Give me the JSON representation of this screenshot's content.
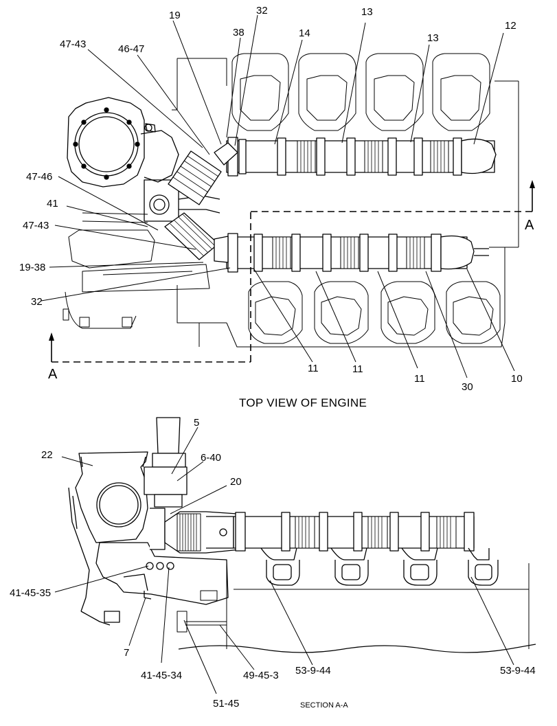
{
  "top_view": {
    "caption": "TOP VIEW OF ENGINE",
    "section_marker": "A",
    "callouts": {
      "c19_top": "19",
      "c32_top": "32",
      "c13_a": "13",
      "c12": "12",
      "c38": "38",
      "c14": "14",
      "c13_b": "13",
      "c47_43_top": "47-43",
      "c46_47": "46-47",
      "c47_46": "47-46",
      "c41": "41",
      "c47_43_mid": "47-43",
      "c19_38": "19-38",
      "c32_bottom": "32",
      "c11_a": "11",
      "c11_b": "11",
      "c11_c": "11",
      "c30": "30",
      "c10": "10"
    }
  },
  "section_view": {
    "caption": "SECTION A-A",
    "callouts": {
      "c22": "22",
      "c5": "5",
      "c6_40": "6-40",
      "c20": "20",
      "c41_45_35": "41-45-35",
      "c7": "7",
      "c41_45_34": "41-45-34",
      "c49_45_3": "49-45-3",
      "c51_45": "51-45",
      "c53_9_44_a": "53-9-44",
      "c53_9_44_b": "53-9-44"
    }
  }
}
